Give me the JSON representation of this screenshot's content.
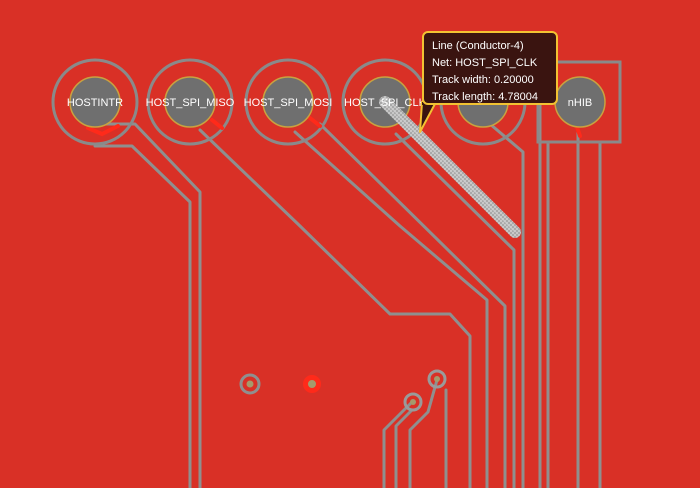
{
  "board": {
    "background_color": "#d93026",
    "track_color": "#8c8c8c",
    "highlight_color": "#b4b4b4",
    "pads": [
      {
        "label": "HOSTINTR"
      },
      {
        "label": "HOST_SPI_MISO"
      },
      {
        "label": "HOST_SPI_MOSI"
      },
      {
        "label": "HOST_SPI_CLK"
      },
      {
        "label": ""
      },
      {
        "label": "nHIB"
      }
    ]
  },
  "tooltip": {
    "line1": "Line (Conductor-4)",
    "line2": "Net: HOST_SPI_CLK",
    "line3": "Track width: 0.20000",
    "line4": "Track length: 4.78004",
    "border_color": "#f2c232"
  }
}
